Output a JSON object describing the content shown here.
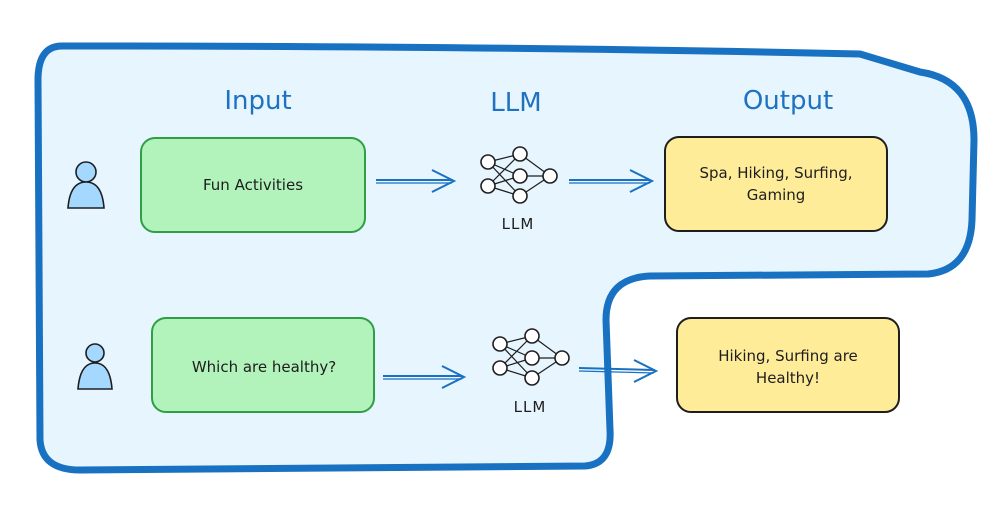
{
  "headings": {
    "input": "Input",
    "llm": "LLM",
    "output": "Output"
  },
  "rows": [
    {
      "input_text": "Fun Activities",
      "model_label": "LLM",
      "output_lines": [
        "Spa, Hiking, Surfing,",
        "Gaming"
      ]
    },
    {
      "input_text": "Which are healthy?",
      "model_label": "LLM",
      "output_lines": [
        "Hiking, Surfing are",
        "Healthy!"
      ]
    }
  ],
  "colors": {
    "context_region_stroke": "#1971c2",
    "context_region_fill": "#e7f5ff",
    "input_box_fill": "#b2f2bb",
    "input_box_stroke": "#2f9e44",
    "output_box_fill": "#ffec99",
    "output_box_stroke": "#1e1e1e",
    "arrow": "#1971c2",
    "heading_text": "#1e72c2",
    "user_icon_fill": "#a5d8ff"
  },
  "icons": [
    "user-icon",
    "neural-network-icon",
    "arrow-right"
  ]
}
